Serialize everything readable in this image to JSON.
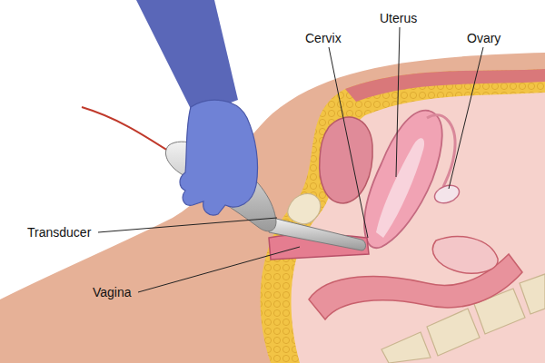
{
  "diagram": {
    "labels": [
      "Uterus",
      "Cervix",
      "Ovary",
      "Transducer",
      "Vagina"
    ]
  }
}
